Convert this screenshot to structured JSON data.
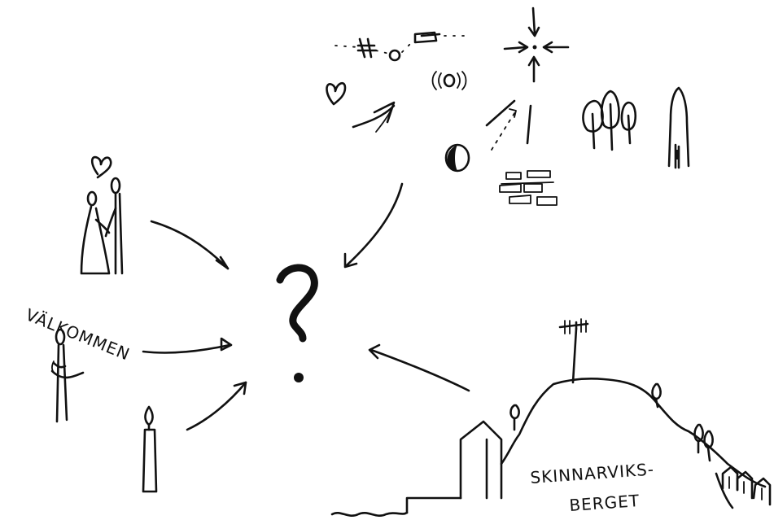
{
  "labels": {
    "welcome": "VÄLKOMMEN",
    "place_line1": "SKINNARVIKS-",
    "place_line2": "BERGET",
    "center_symbol": "?",
    "radio_symbol": "((•))"
  },
  "icons": [
    "couple-with-heart-icon",
    "welcome-figure-icon",
    "candle-icon",
    "heart-icon",
    "arrow-icon",
    "network-nodes-icon",
    "radio-signal-icon",
    "compass-arrows-icon",
    "moon-icon",
    "trees-icon",
    "obelisk-icon",
    "bricks-icon",
    "mountain-with-antenna-icon"
  ],
  "colors": {
    "ink": "#111111",
    "paper": "#ffffff"
  }
}
